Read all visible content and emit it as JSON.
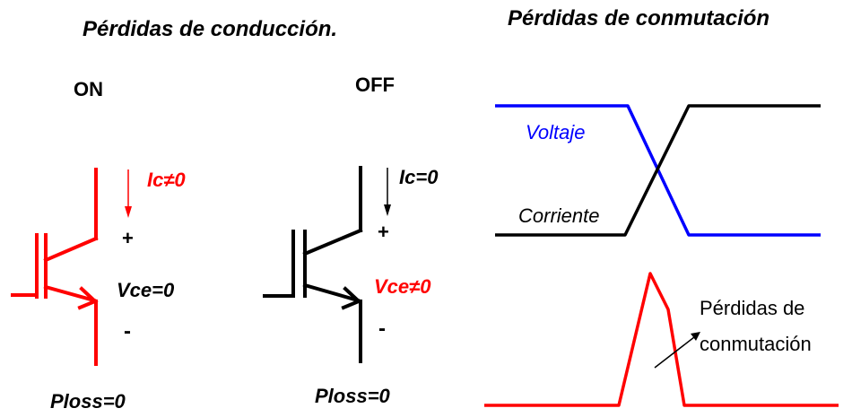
{
  "titles": {
    "conduction": "Pérdidas de conducción.",
    "switching": "Pérdidas de conmutación"
  },
  "on_state": {
    "label": "ON",
    "current": "Ic≠0",
    "plus": "+",
    "voltage": "Vce=0",
    "minus": "-",
    "loss": "Ploss=0"
  },
  "off_state": {
    "label": "OFF",
    "current": "Ic=0",
    "plus": "+",
    "voltage": "Vce≠0",
    "minus": "-",
    "loss": "Ploss=0"
  },
  "waveforms": {
    "voltage_label": "Voltaje",
    "current_label": "Corriente",
    "loss_label_line1": "Pérdidas de",
    "loss_label_line2": "conmutación"
  },
  "colors": {
    "red": "#ff0000",
    "black": "#000000",
    "blue": "#0000ff"
  }
}
